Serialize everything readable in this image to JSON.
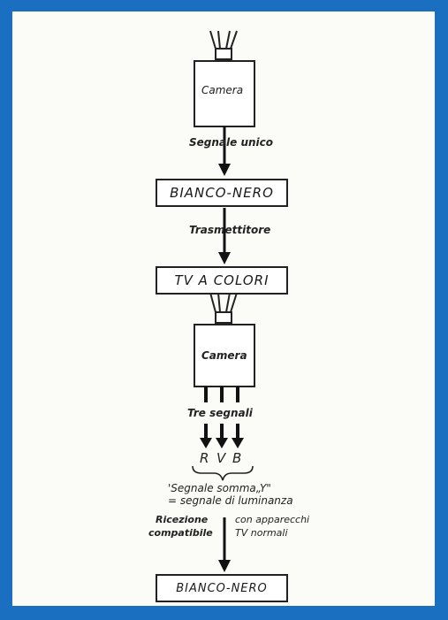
{
  "top": {
    "camera_label": "Camera",
    "signal_label": "Segnale unico",
    "bw_box": "BIANCO-NERO",
    "transmitter_label": "Trasmettitore",
    "color_box": "TV A COLORI"
  },
  "bottom": {
    "camera_label": "Camera",
    "signals_label": "Tre segnali",
    "rvb": [
      "R",
      "V",
      "B"
    ],
    "sum_signal_line1": "'Segnale somma„Y\"",
    "sum_signal_line2": "= segnale di luminanza",
    "reception_left_1": "Ricezione",
    "reception_left_2": "compatibile",
    "reception_right_1": "con apparecchi",
    "reception_right_2": "TV normali",
    "bw_box": "BIANCO-NERO"
  },
  "colors": {
    "border": "#1a6fc0",
    "background": "#fbfbf7",
    "ink": "#1a1a1a"
  }
}
